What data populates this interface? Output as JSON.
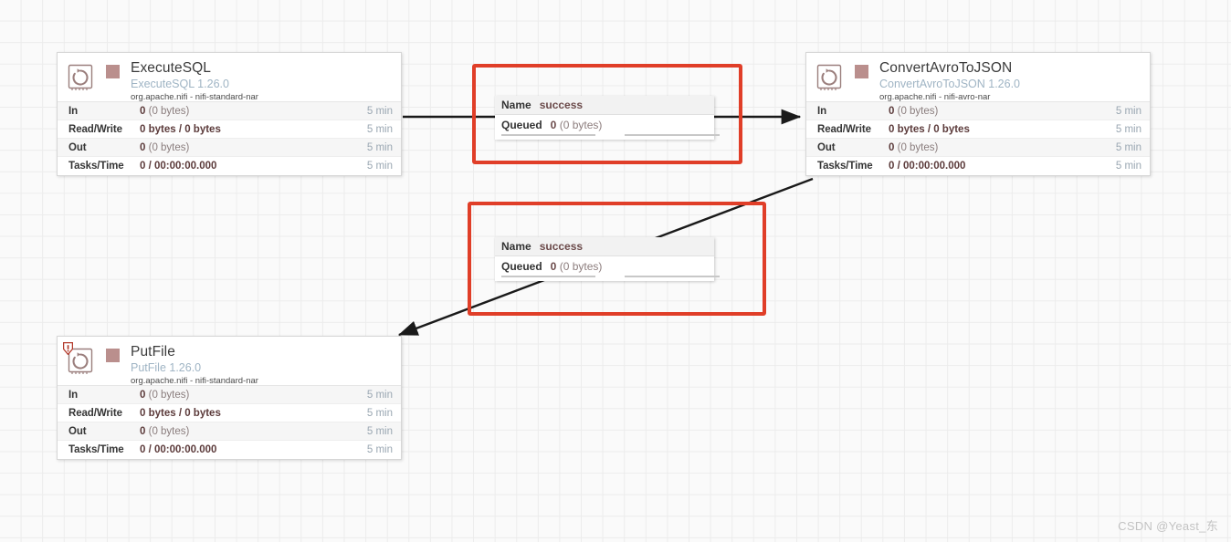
{
  "canvas": {
    "background_color": "#fafafa",
    "grid_color": "#ececec",
    "watermark": "CSDN @Yeast_东"
  },
  "colors": {
    "highlight": "#e03e28",
    "status_stopped": "#ba8f8d",
    "processor_type_text": "#9fb4c4",
    "stat_value_text": "#5c3b3b",
    "stat_time_text": "#9aa7b2"
  },
  "stat_labels": {
    "in": "In",
    "read_write": "Read/Write",
    "out": "Out",
    "tasks_time": "Tasks/Time"
  },
  "processors": [
    {
      "id": "executesql",
      "name": "ExecuteSQL",
      "type": "ExecuteSQL 1.26.0",
      "bundle": "org.apache.nifi - nifi-standard-nar",
      "status": "stopped",
      "has_warning_badge": false,
      "stats": {
        "in_value": "0",
        "in_suffix": "(0 bytes)",
        "in_time": "5 min",
        "read_write_value": "0 bytes / 0 bytes",
        "read_write_time": "5 min",
        "out_value": "0",
        "out_suffix": "(0 bytes)",
        "out_time": "5 min",
        "tasks_time_value": "0 / 00:00:00.000",
        "tasks_time_time": "5 min"
      }
    },
    {
      "id": "convertavrotojson",
      "name": "ConvertAvroToJSON",
      "type": "ConvertAvroToJSON 1.26.0",
      "bundle": "org.apache.nifi - nifi-avro-nar",
      "status": "stopped",
      "has_warning_badge": false,
      "stats": {
        "in_value": "0",
        "in_suffix": "(0 bytes)",
        "in_time": "5 min",
        "read_write_value": "0 bytes / 0 bytes",
        "read_write_time": "5 min",
        "out_value": "0",
        "out_suffix": "(0 bytes)",
        "out_time": "5 min",
        "tasks_time_value": "0 / 00:00:00.000",
        "tasks_time_time": "5 min"
      }
    },
    {
      "id": "putfile",
      "name": "PutFile",
      "type": "PutFile 1.26.0",
      "bundle": "org.apache.nifi - nifi-standard-nar",
      "status": "stopped",
      "has_warning_badge": true,
      "stats": {
        "in_value": "0",
        "in_suffix": "(0 bytes)",
        "in_time": "5 min",
        "read_write_value": "0 bytes / 0 bytes",
        "read_write_time": "5 min",
        "out_value": "0",
        "out_suffix": "(0 bytes)",
        "out_time": "5 min",
        "tasks_time_value": "0 / 00:00:00.000",
        "tasks_time_time": "5 min"
      }
    }
  ],
  "connections": [
    {
      "id": "conn-executesql-to-convertavrotojson",
      "name_label": "Name",
      "name_value": "success",
      "queued_label": "Queued",
      "queued_value": "0",
      "queued_suffix": "(0 bytes)"
    },
    {
      "id": "conn-convertavrotojson-to-putfile",
      "name_label": "Name",
      "name_value": "success",
      "queued_label": "Queued",
      "queued_value": "0",
      "queued_suffix": "(0 bytes)"
    }
  ]
}
